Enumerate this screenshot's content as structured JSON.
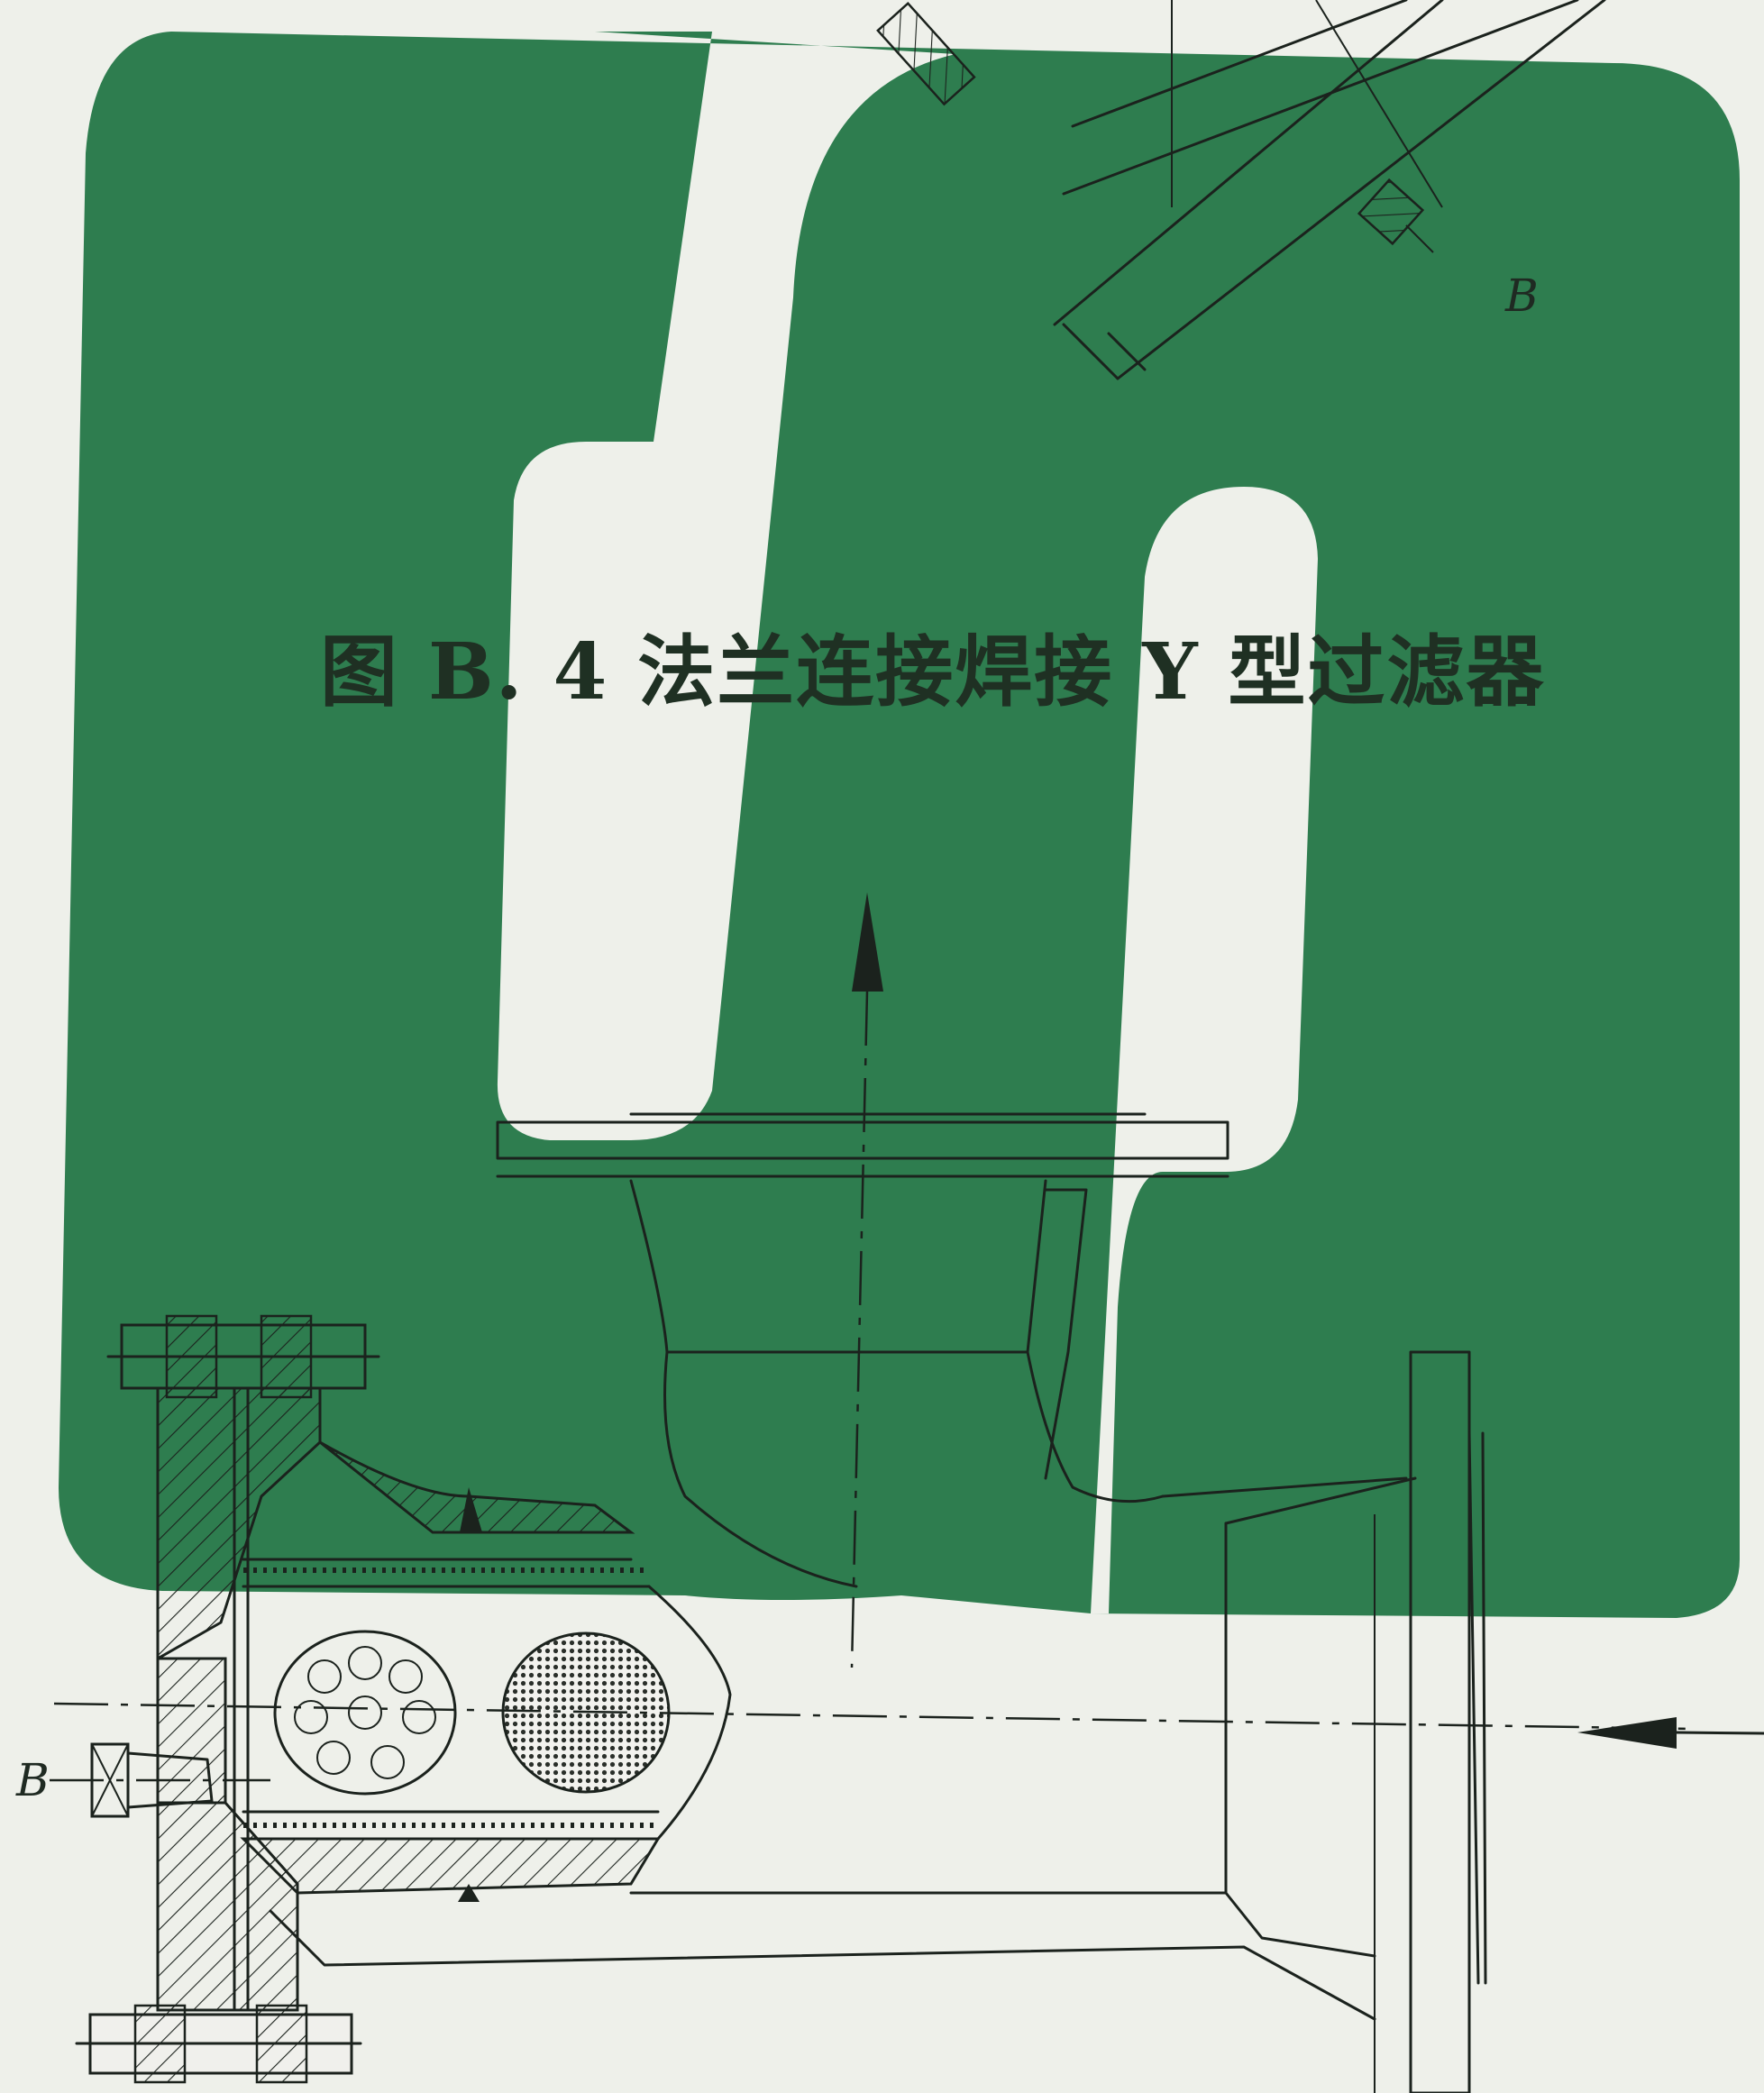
{
  "figure": {
    "caption": "图 B. 4    法兰连接焊接 Y 型过滤器",
    "section_label_top": "B",
    "section_label_left": "B"
  },
  "colors": {
    "paper": "#eef0ea",
    "green_block": "#2e7d4f",
    "line": "#1b221d"
  }
}
